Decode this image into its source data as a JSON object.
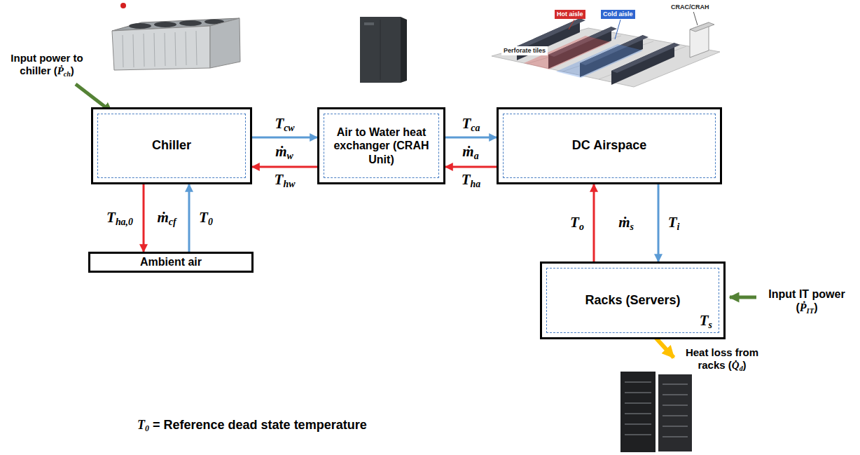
{
  "diagram": {
    "nodes": [
      {
        "text": [
          "Chiller"
        ]
      },
      {
        "text": [
          "Air to Water heat exchanger (CRAH Unit)"
        ]
      },
      {
        "text": [
          "DC Airspace"
        ]
      },
      {
        "text": [
          "Ambient air"
        ]
      },
      {
        "text": [
          "Racks (Servers)",
          "Ts"
        ]
      }
    ],
    "edges": [
      {
        "from": 0,
        "to": 1,
        "arrow": "to",
        "label": "Tcw"
      },
      {
        "from": 1,
        "to": 0,
        "arrow": "to",
        "label": "Thw"
      },
      {
        "from": 1,
        "to": 2,
        "arrow": "to",
        "label": "Tca"
      },
      {
        "from": 2,
        "to": 1,
        "arrow": "to",
        "label": "Tha"
      },
      {
        "from": 0,
        "to": 3,
        "arrow": "to",
        "label": "Tha,0"
      },
      {
        "from": 3,
        "to": 0,
        "arrow": "to",
        "label": "T0"
      },
      {
        "from": 4,
        "to": 2,
        "arrow": "to",
        "label": "To"
      },
      {
        "from": 2,
        "to": 4,
        "arrow": "to",
        "label": "Ti"
      }
    ],
    "labels": [
      "Input power to chiller (Ṗch)",
      "ṁw",
      "ṁa",
      "ṁcf",
      "ṁs",
      "Input IT power (ṖIT)",
      "Heat loss from racks (Q̇d)",
      "T0 = Reference dead state temperature",
      "Hot aisle",
      "Cold aisle",
      "CRAC/CRAH",
      "Perforate tiles"
    ]
  }
}
